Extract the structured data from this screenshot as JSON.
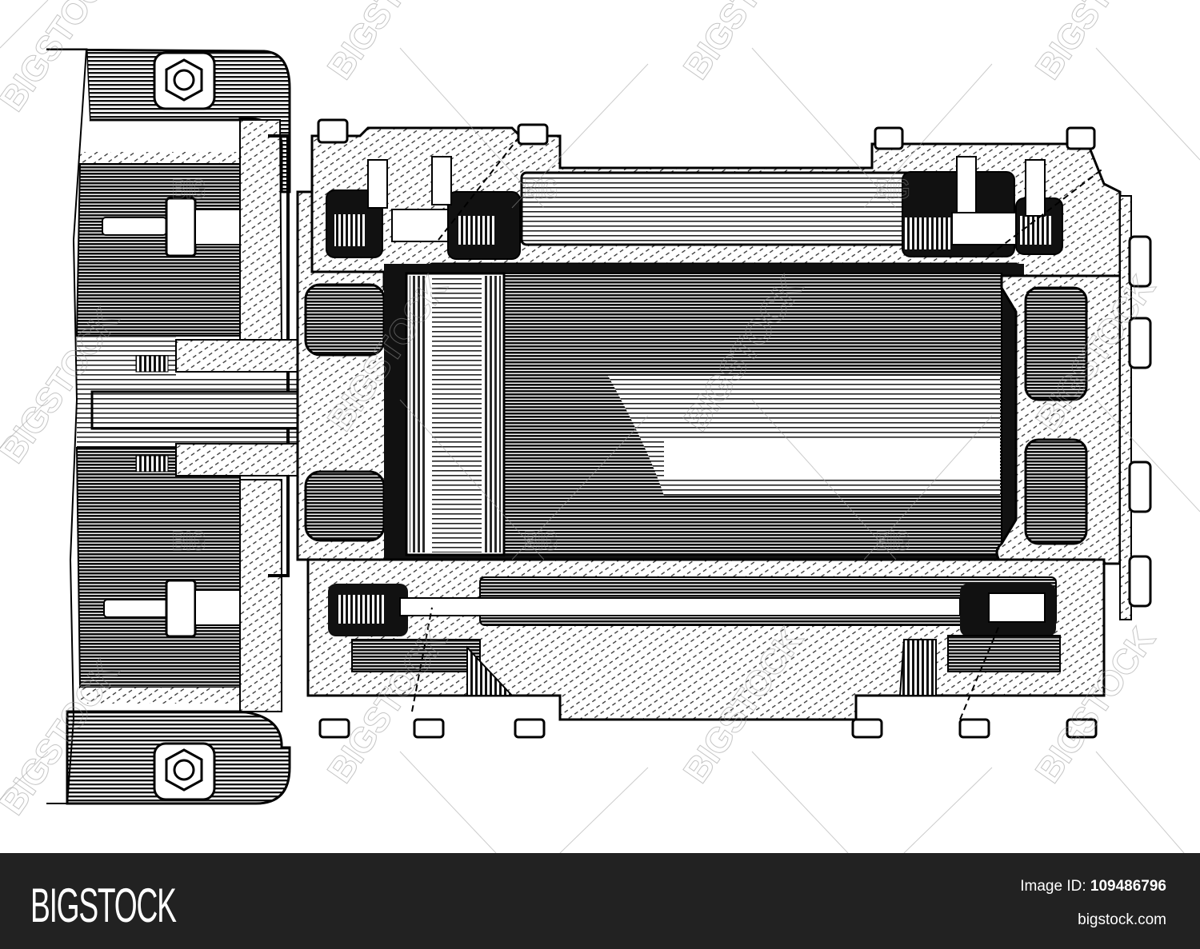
{
  "image": {
    "subject": "engraved cross-section of machine cylinder with piston, flanges, bolts and nuts",
    "style": "vintage engraving, black and white"
  },
  "watermark": {
    "text": "BIGSTOCK",
    "small_text": "BIG",
    "color": "#969696"
  },
  "footer": {
    "brand": "BIGSTOCK",
    "image_id_label": "Image ID:",
    "image_id_value": "109486796",
    "site": "bigstock.com",
    "background": "#222222",
    "text_color": "#ffffff"
  }
}
